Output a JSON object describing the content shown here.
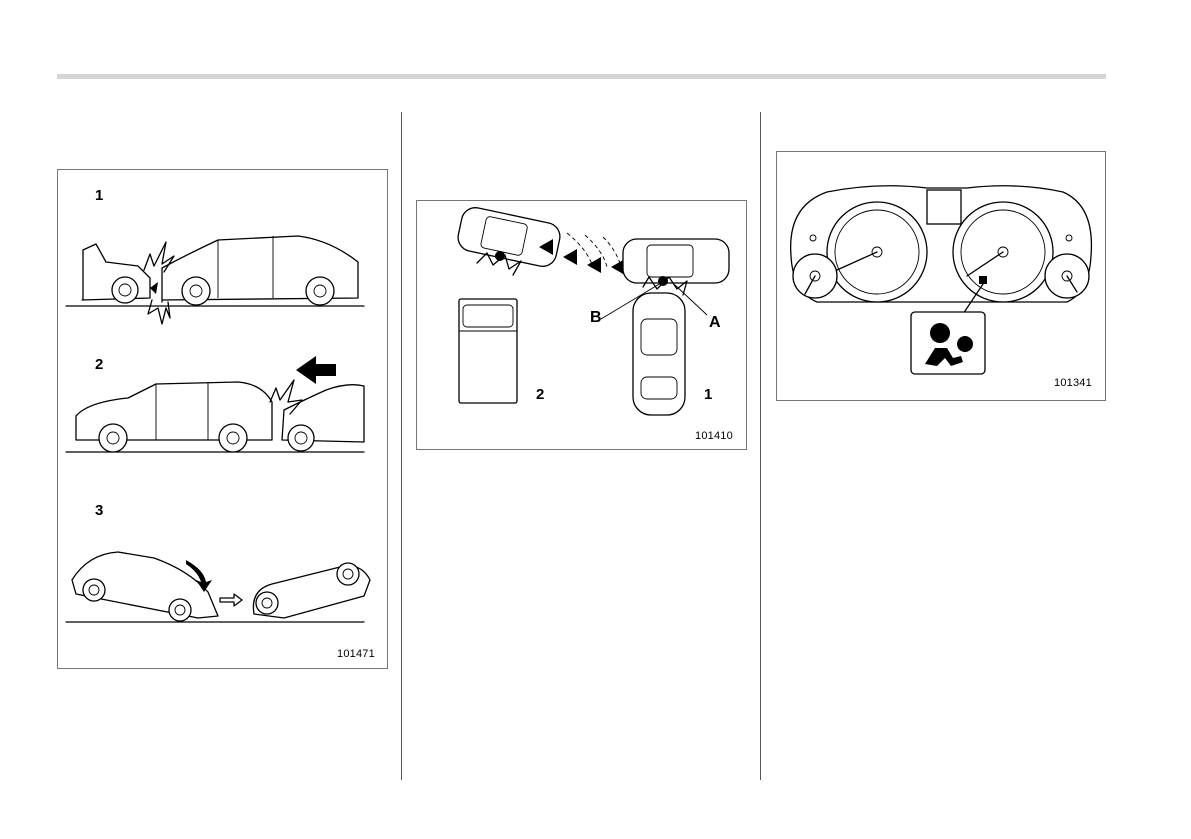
{
  "figure_left": {
    "code": "101471",
    "panels": [
      {
        "label": "1"
      },
      {
        "label": "2"
      },
      {
        "label": "3"
      }
    ]
  },
  "figure_middle": {
    "code": "101410",
    "vehicle_labels": {
      "one": "1",
      "two": "2"
    },
    "callouts": {
      "a": "A",
      "b": "B"
    }
  },
  "figure_right": {
    "code": "101341",
    "indicator": "airbag-warning-light-icon"
  }
}
